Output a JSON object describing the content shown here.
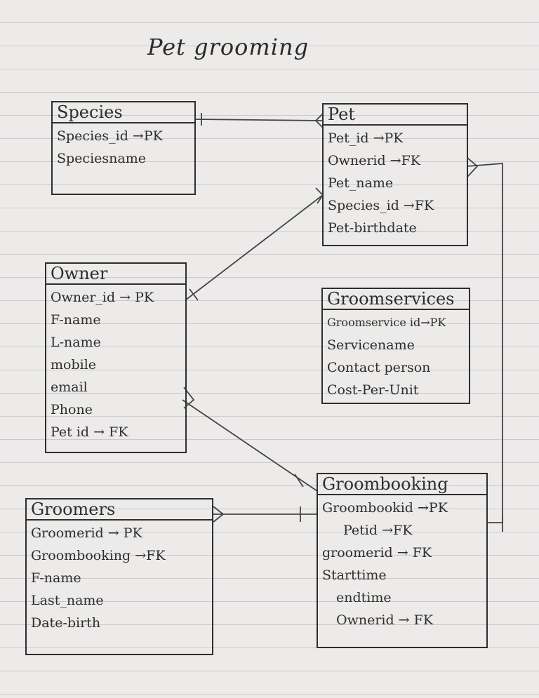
{
  "title": "Pet grooming",
  "entities": {
    "species": {
      "name": "Species",
      "attributes": [
        "Species_id →PK",
        "Speciesname"
      ]
    },
    "pet": {
      "name": "Pet",
      "attributes": [
        "Pet_id →PK",
        "Ownerid →FK",
        "Pet_name",
        "Species_id →FK",
        "Pet-birthdate"
      ]
    },
    "owner": {
      "name": "Owner",
      "attributes": [
        "Owner_id → PK",
        "F-name",
        "L-name",
        "mobile",
        "email",
        "Phone",
        "Pet id → FK"
      ]
    },
    "groomservices": {
      "name": "Groomservices",
      "attributes": [
        "Groomservice id→PK",
        "Servicename",
        "Contact person",
        "Cost-Per-Unit"
      ]
    },
    "groomers": {
      "name": "Groomers",
      "attributes": [
        "Groomerid → PK",
        "Groombooking →FK",
        "F-name",
        "Last_name",
        "Date-birth"
      ]
    },
    "groombooking": {
      "name": "Groombooking",
      "attributes": [
        "Groombookid →PK",
        "Petid →FK",
        "groomerid → FK",
        "Starttime",
        "endtime",
        "Ownerid → FK"
      ]
    }
  }
}
